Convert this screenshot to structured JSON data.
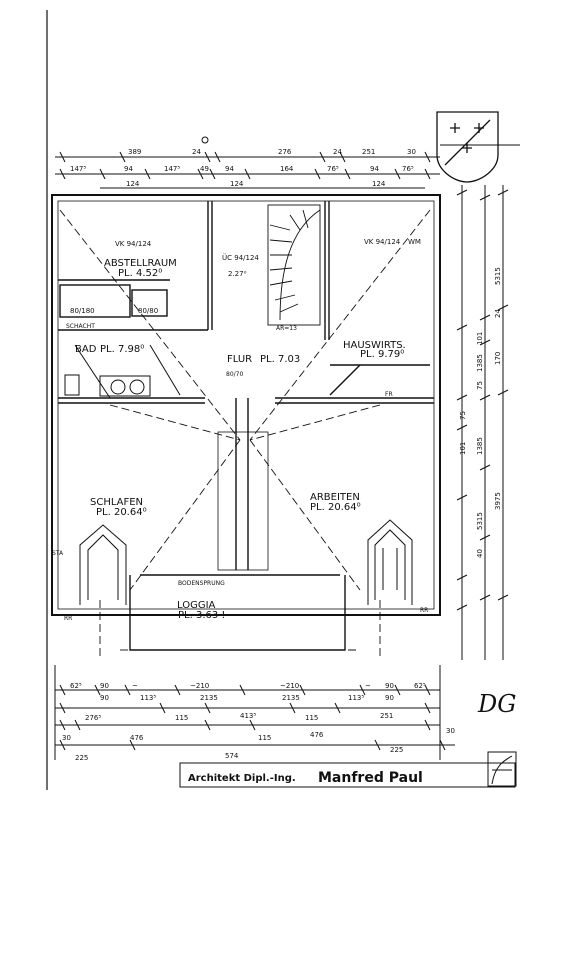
{
  "rooms": {
    "abstellraum": {
      "name": "ABSTELLRAUM",
      "area": "PL. 4.52⁰"
    },
    "bad": {
      "name": "BAD",
      "area": "PL. 7.98⁰"
    },
    "flur": {
      "name": "FLUR",
      "area": "PL. 7.03"
    },
    "hauswirts": {
      "name": "HAUSWIRTS.",
      "area": "PL. 9.79⁰"
    },
    "schlafen": {
      "name": "SCHLAFEN",
      "area": "PL. 20.64⁰"
    },
    "arbeiten": {
      "name": "ARBEITEN",
      "area": "PL. 20.64⁰"
    },
    "loggia": {
      "name": "LOGGIA",
      "area": "PL. 3.63 !"
    }
  },
  "annotations": {
    "vk_left": "VK 94/124",
    "uc": "ÜC 94/124",
    "uc_val": "2.27⁰",
    "vk_right": "VK 94/124",
    "wm": "WM",
    "tub_left": "80/180",
    "tub_right": "80/80",
    "schacht": "SCHACHT",
    "stair_note": "AR=13",
    "flur_box": "80/70",
    "rr_left": "RR",
    "rr_right": "RR",
    "fr": "FR",
    "bodensprung": "BODENSPRUNG",
    "sta": "STA"
  },
  "dims_top_row1": [
    "389",
    "24",
    "276",
    "24",
    "251",
    "30"
  ],
  "dims_top_row2": [
    "147⁵",
    "94",
    "147⁵",
    "49",
    "94",
    "164",
    "76⁵",
    "94",
    "76⁵"
  ],
  "dims_top_row3": [
    "124",
    "124",
    "124"
  ],
  "dims_right_outer": [
    "5315",
    "24",
    "170",
    "3975"
  ],
  "dims_right_inner": [
    "101",
    "1385",
    "75",
    "75",
    "101",
    "1385",
    "5315",
    "40"
  ],
  "dims_bottom_row1": [
    "62⁵",
    "90",
    "~",
    "~210",
    "~210",
    "~",
    "90",
    "62⁵"
  ],
  "dims_bottom_row2": [
    "90",
    "113⁵",
    "2135",
    "2135",
    "113⁵",
    "90"
  ],
  "dims_bottom_row3": [
    "276⁵",
    "115",
    "413⁵",
    "115",
    "251"
  ],
  "dims_bottom_row4": [
    "30",
    "476",
    "115",
    "476",
    "30"
  ],
  "dims_bottom_row5": [
    "225",
    "574",
    "225"
  ],
  "stamp": {
    "prefix": "Architekt Dipl.-Ing.",
    "name": "Manfred Paul"
  },
  "floor_label": "DG"
}
